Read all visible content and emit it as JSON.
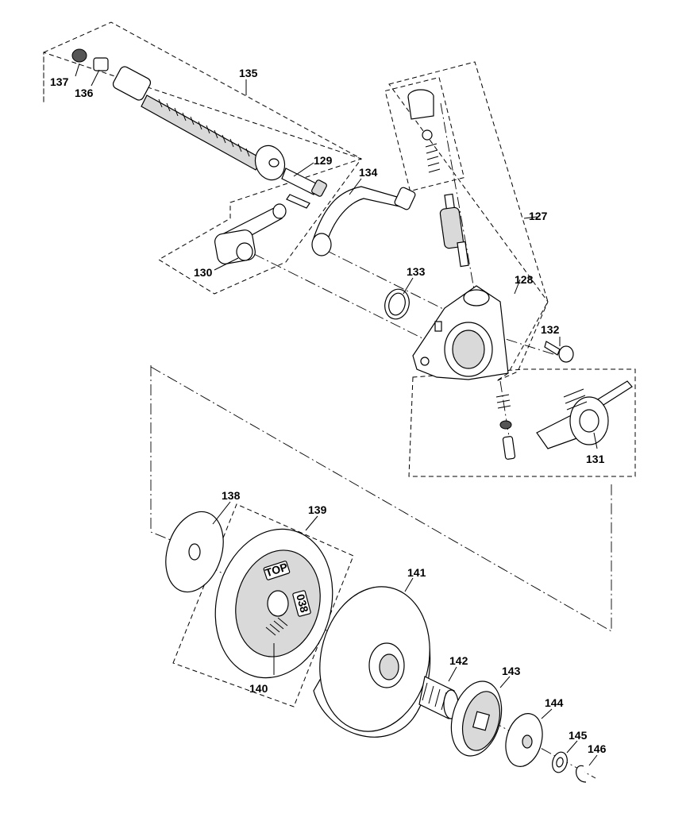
{
  "diagram": {
    "callouts": {
      "c127": "127",
      "c128": "128",
      "c129": "129",
      "c130": "130",
      "c131": "131",
      "c132": "132",
      "c133": "133",
      "c134": "134",
      "c135": "135",
      "c136": "136",
      "c137": "137",
      "c138": "138",
      "c139": "139",
      "c140": "140",
      "c141": "141",
      "c142": "142",
      "c143": "143",
      "c144": "144",
      "c145": "145",
      "c146": "146"
    },
    "markings": {
      "clutch_top": "TOP",
      "clutch_code": "038"
    }
  }
}
